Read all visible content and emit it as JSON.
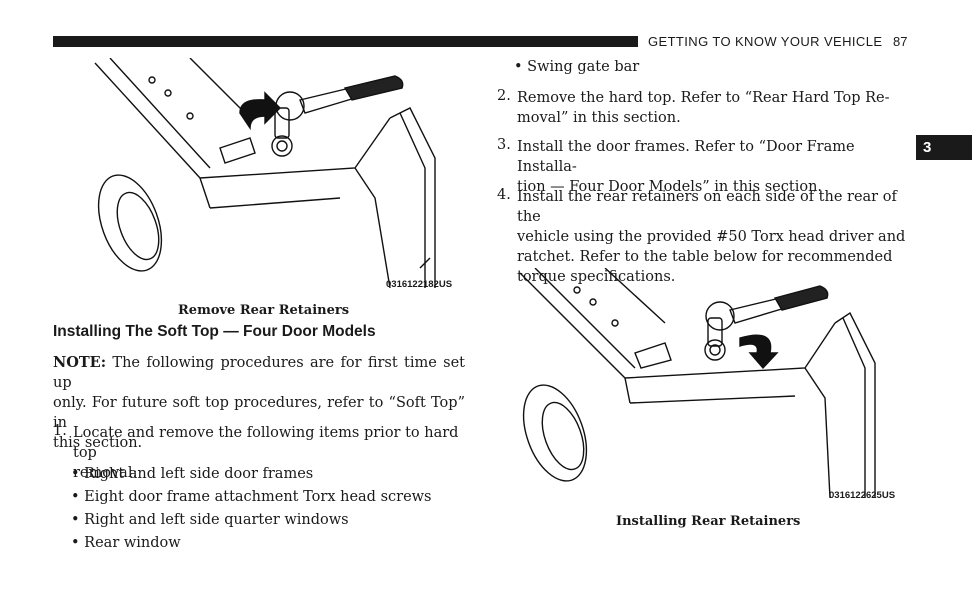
{
  "header": {
    "title": "GETTING TO KNOW YOUR VEHICLE",
    "page_number": "87"
  },
  "section_tab": "3",
  "figure_left": {
    "code": "0316122182US",
    "caption": "Remove Rear Retainers"
  },
  "figure_right": {
    "code": "0316122625US",
    "caption": "Installing Rear Retainers"
  },
  "left_col": {
    "heading": "Installing The Soft Top — Four Door Models",
    "note_label": "NOTE:",
    "note_text_1": " The following procedures are for first time set up",
    "note_text_2": "only. For future soft top procedures, refer to “Soft Top” in",
    "note_text_3": "this section.",
    "step1_num": "1.",
    "step1_line1": "Locate and remove the following items prior to hard top",
    "step1_line2": "removal:",
    "bullets": [
      "Right and left side door frames",
      "Eight door frame attachment Torx head screws",
      "Right and left side quarter windows",
      "Rear window"
    ]
  },
  "right_col": {
    "bullet_swing": "Swing gate bar",
    "step2_num": "2.",
    "step2_line1": "Remove the hard top. Refer to “Rear Hard Top Re-",
    "step2_line2": "moval” in this section.",
    "step3_num": "3.",
    "step3_line1": "Install the door frames. Refer to “Door Frame Installa-",
    "step3_line2": "tion — Four Door Models” in this section.",
    "step4_num": "4.",
    "step4_line1": "Install the rear retainers on each side of the rear of the",
    "step4_line2": "vehicle using the provided #50 Torx head driver and",
    "step4_line3": "ratchet. Refer to the table below for recommended",
    "step4_line4": "torque specifications."
  }
}
